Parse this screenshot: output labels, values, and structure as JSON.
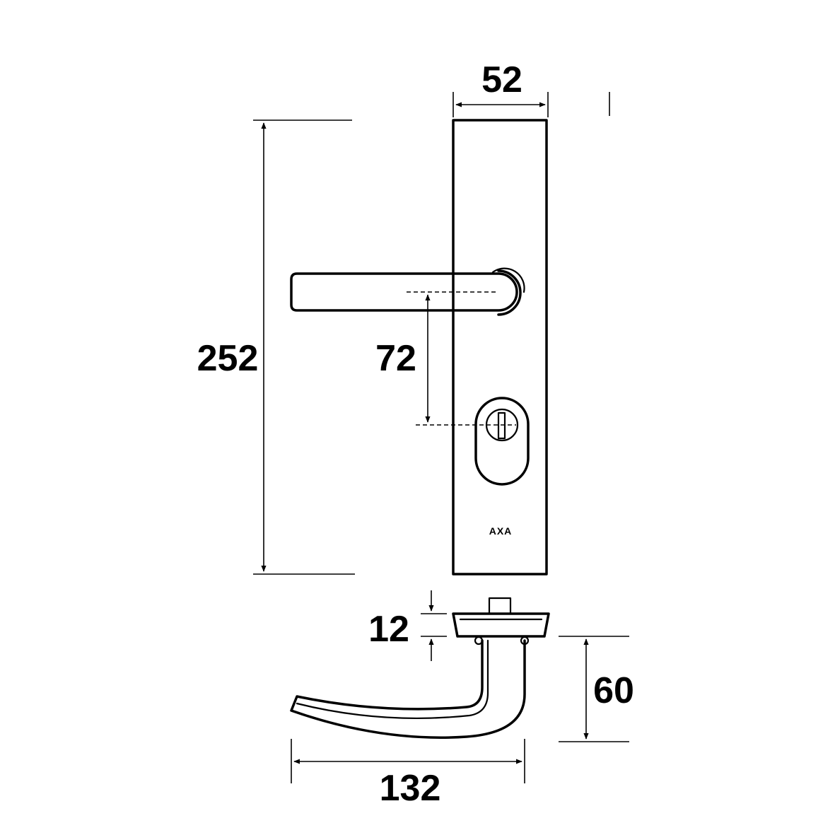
{
  "dimensions": {
    "plate_width": "52",
    "plate_height": "252",
    "center_distance": "72",
    "rose_thickness": "12",
    "handle_projection": "60",
    "handle_length": "132"
  },
  "branding": {
    "logo": "AXA"
  },
  "colors": {
    "line": "#000000",
    "background": "#ffffff"
  }
}
